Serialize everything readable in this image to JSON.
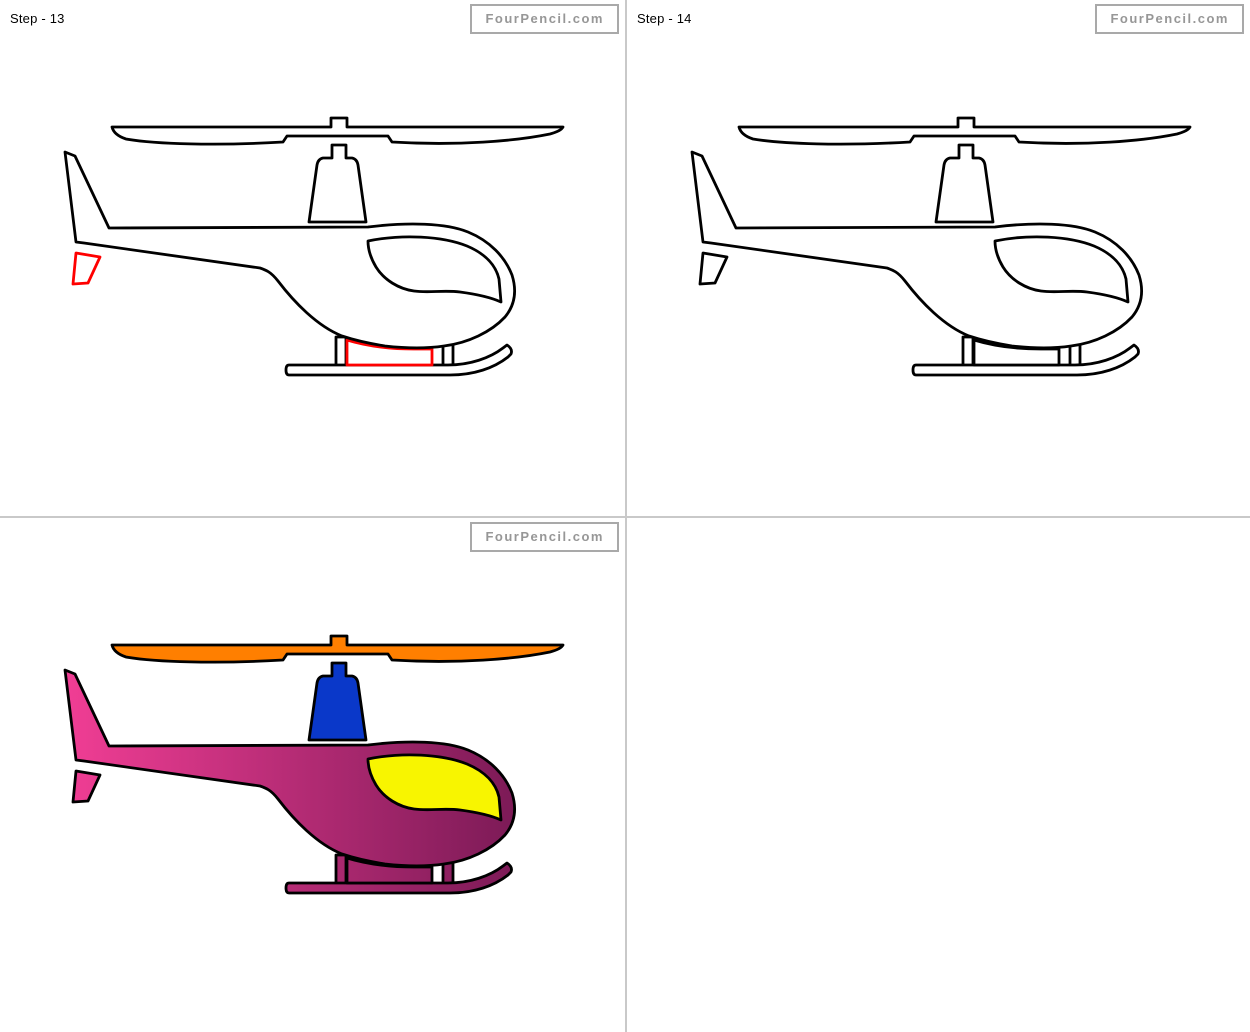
{
  "brand": {
    "name": "FourPencil.com"
  },
  "panels": {
    "step13": {
      "label": "Step - 13"
    },
    "step14": {
      "label": "Step - 14"
    },
    "final_colored": {
      "label": ""
    },
    "empty": {
      "label": ""
    }
  },
  "colors": {
    "outline": "#000000",
    "paper": "#ffffff",
    "step_highlight_red": "#ff0000",
    "divider_gray": "#c9c9c9",
    "logo_border_gray": "#a9a9a9",
    "logo_text_gray": "#979797",
    "rotor_orange": "#ff7f00",
    "mast_blue": "#0a38c9",
    "body_pink": "#f23e95",
    "body_dark_magenta": "#7b1a56",
    "window_yellow": "#f8f500"
  }
}
